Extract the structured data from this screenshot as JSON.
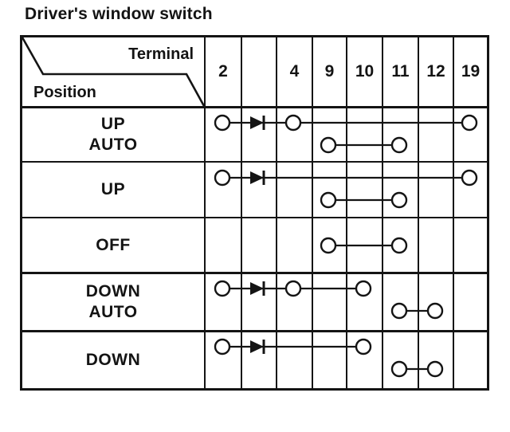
{
  "title": "Driver's window switch",
  "table": {
    "corner": {
      "top_label": "Terminal",
      "bottom_label": "Position"
    },
    "terminals": [
      "2",
      "",
      "4",
      "9",
      "10",
      "11",
      "12",
      "19"
    ],
    "rows": [
      {
        "position_lines": [
          "UP",
          "AUTO"
        ],
        "links": [
          {
            "line": "top",
            "from": "2",
            "to": "19",
            "circles": [
              "2",
              "4",
              "19"
            ],
            "diode": true
          },
          {
            "line": "bottom",
            "from": "9",
            "to": "11",
            "circles": [
              "9",
              "11"
            ],
            "diode": false
          }
        ]
      },
      {
        "position_lines": [
          "UP"
        ],
        "links": [
          {
            "line": "top",
            "from": "2",
            "to": "19",
            "circles": [
              "2",
              "19"
            ],
            "diode": true
          },
          {
            "line": "bottom",
            "from": "9",
            "to": "11",
            "circles": [
              "9",
              "11"
            ],
            "diode": false
          }
        ]
      },
      {
        "position_lines": [
          "OFF"
        ],
        "links": [
          {
            "line": "mid",
            "from": "9",
            "to": "11",
            "circles": [
              "9",
              "11"
            ],
            "diode": false
          }
        ]
      },
      {
        "position_lines": [
          "DOWN",
          "AUTO"
        ],
        "links": [
          {
            "line": "top",
            "from": "2",
            "to": "10",
            "circles": [
              "2",
              "4",
              "10"
            ],
            "diode": true
          },
          {
            "line": "bottom",
            "from": "11",
            "to": "12",
            "circles": [
              "11",
              "12"
            ],
            "diode": false
          }
        ]
      },
      {
        "position_lines": [
          "DOWN"
        ],
        "links": [
          {
            "line": "top",
            "from": "2",
            "to": "10",
            "circles": [
              "2",
              "10"
            ],
            "diode": true
          },
          {
            "line": "bottom",
            "from": "11",
            "to": "12",
            "circles": [
              "11",
              "12"
            ],
            "diode": false
          }
        ]
      }
    ]
  },
  "colors": {
    "ink": "#141414",
    "paper": "#ffffff"
  }
}
